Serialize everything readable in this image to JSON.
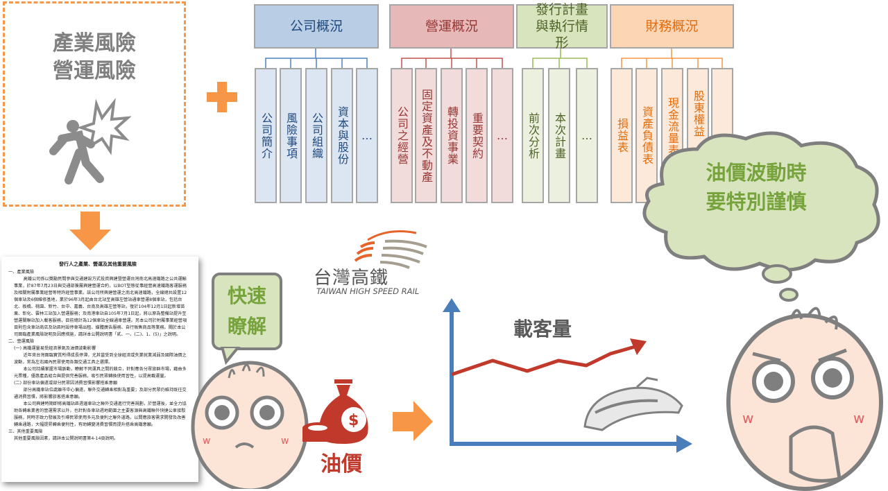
{
  "risk_box": {
    "line1": "產業風險",
    "line2": "營運風險"
  },
  "categories": [
    {
      "title": "公司概況",
      "items": [
        "公司簡介",
        "風險事項",
        "公司組織",
        "資本與股份",
        "…"
      ]
    },
    {
      "title": "營運概況",
      "items": [
        "公司之經營",
        "固定資產及不動產",
        "轉投資事業",
        "重要契約",
        "…"
      ]
    },
    {
      "title": "發行計畫與執行情形",
      "items": [
        "前次分析",
        "本次計畫",
        "…"
      ]
    },
    {
      "title": "財務概況",
      "items": [
        "損益表",
        "資產負債表",
        "現金流量表",
        "股東權益",
        "…"
      ]
    }
  ],
  "document": {
    "title": "發行人之產業、營運及其他重要風險",
    "sections": [
      {
        "heading": "一、產業風險",
        "paras": [
          "高鐵公司係以獎勵民間參與交通建設方式投資興建暨營運台灣南北高速鐵路之公共運輸事業，於87年7月23日與交通部簽屬興建營運合約，以BOT型態從事經營高速鐵路客運服務及相關附屬事業經營等特許經營事業。該公司所興建營運之南北高速鐵路，全線總共設置12個車站及6個維修基地，業於96年3月起由台北站至高雄左營站通車營運8個車站，包括台北、板橋、桃園、新竹、台中、嘉義、台南及高雄左營等站，復於104年12月1日起新增苗栗、彰化、雲林三站加入營運服務；及南港車站自105年7月1日起，將以原為整備站提升至營運關聯站加入載客服務，目前總計為12個車站全線通車營運。另本公司於附屬事業經營項目則包含車站商店及站區附設停車場出租、媒體廣告服務、自行販售商品等業務。關於本公司面臨產業風險說明及因應措施，請詳本公開說明書「貳、一、(二)、1、(5)」之說明。"
        ]
      },
      {
        "heading": "二、營運風險",
        "subs": [
          {
            "heading": "(一) 高鐵運量易受經濟景氣及油價波動影響",
            "paras": [
              "近年來台灣面臨實質所得成長停滯，尤其當受到全球經濟或失業就業減弱及國際油價之波動，常為左右國內民眾使用各類交通工具之選擇。",
              "本公司持續掌握市場脈動，瞭解不同運具之間的競合，針對應各分眾旅群市場，藉由多元票種，優惠產品組合與提供完善服務，吸引民眾轉換使用習性，以提高載運量。"
            ]
          },
          {
            "heading": "(二) 部份車站偏遠或部分民眾因消費習慣影響搭乘意願",
            "paras": [
              "部分高鐵車站位處離市中心偏遠，聯外交通轉乘相對為重要；及部分民眾仍維持既往交通消費習慣，將影響旅客搭乘意願。",
              "本公司興建時期即將高鐵站區週邊車站之聯外交通進行完善規劃，於營運後，並全力協助各轉乘業者的營運需求以外，也針對各車站週地範圍之主要客源與高鐵聯外快捷公車接駁服務，同時亦致力發展及引導民眾使用多元及便利之聯外道路，以間應旅客需求開發及改善轉乘通路，大幅提昇轉乘便利性，有助轉變消費習慣而提升搭乘高鐵意願。"
            ]
          }
        ]
      },
      {
        "heading": "三、其他重要風險",
        "paras": [
          "其他重要風險因素，請詳本公開說明書第4-14頁說明。"
        ]
      }
    ]
  },
  "speech_bubble": {
    "line1": "快速",
    "line2": "瞭解"
  },
  "logo": {
    "name": "台灣高鐵",
    "english": "TAIWAN HIGH SPEED RAIL"
  },
  "oil_label": "油價",
  "chart": {
    "label": "載客量"
  },
  "thought_cloud": {
    "line1": "油價波動時",
    "line2": "要特別謹慎"
  },
  "colors": {
    "orange": "#f79646",
    "blue": "#4a7ebb",
    "red": "#c0392b",
    "green": "#77a33c"
  }
}
